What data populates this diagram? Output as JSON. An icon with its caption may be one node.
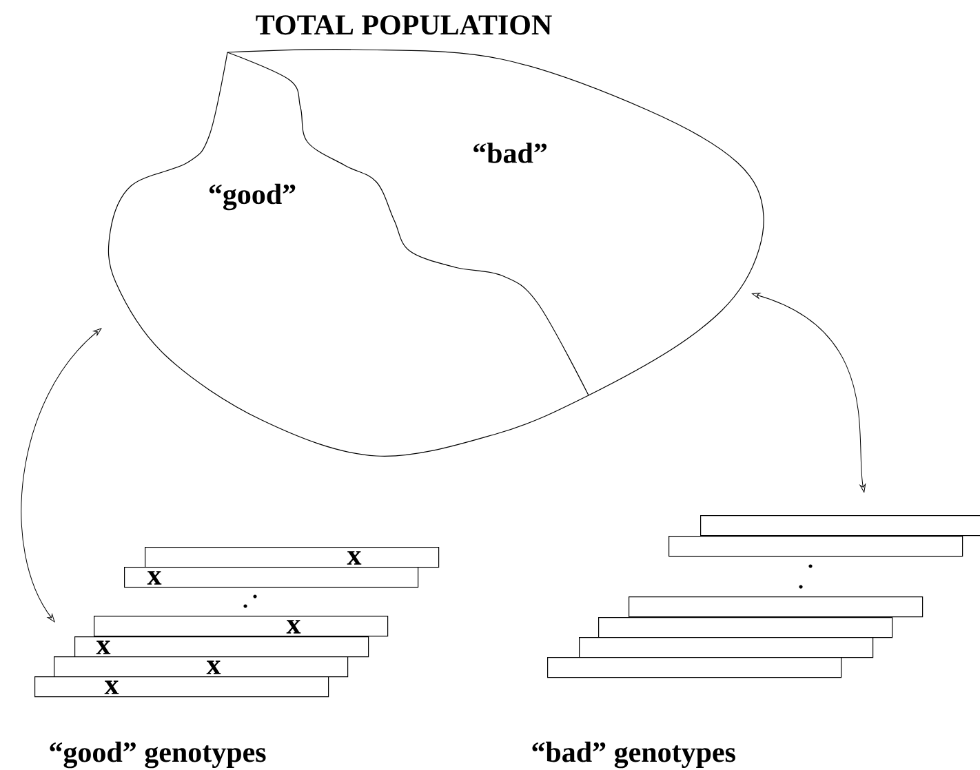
{
  "diagram": {
    "nodes": [
      {
        "text": [
          "TOTAL POPULATION"
        ]
      },
      {
        "text": [
          "“good”"
        ],
        "in": 0
      },
      {
        "text": [
          "“bad”"
        ],
        "in": 0
      },
      {
        "text": [
          "x"
        ]
      },
      {
        "text": [
          "x"
        ]
      },
      {
        "text": [
          "x"
        ]
      },
      {
        "text": [
          "x"
        ]
      },
      {
        "text": [
          "x"
        ]
      },
      {
        "text": [
          "x"
        ]
      },
      {
        "text": [],
        "shape": "bar"
      },
      {
        "text": [],
        "shape": "bar"
      },
      {
        "text": [],
        "shape": "bar"
      },
      {
        "text": [],
        "shape": "bar"
      },
      {
        "text": [],
        "shape": "bar"
      },
      {
        "text": [],
        "shape": "bar"
      }
    ],
    "edges": [
      {
        "from": 0,
        "to": 6,
        "arrow": "both"
      },
      {
        "from": 0,
        "to": 9,
        "arrow": "both"
      }
    ],
    "labels": [
      "“good” genotypes",
      "“bad” genotypes"
    ]
  }
}
